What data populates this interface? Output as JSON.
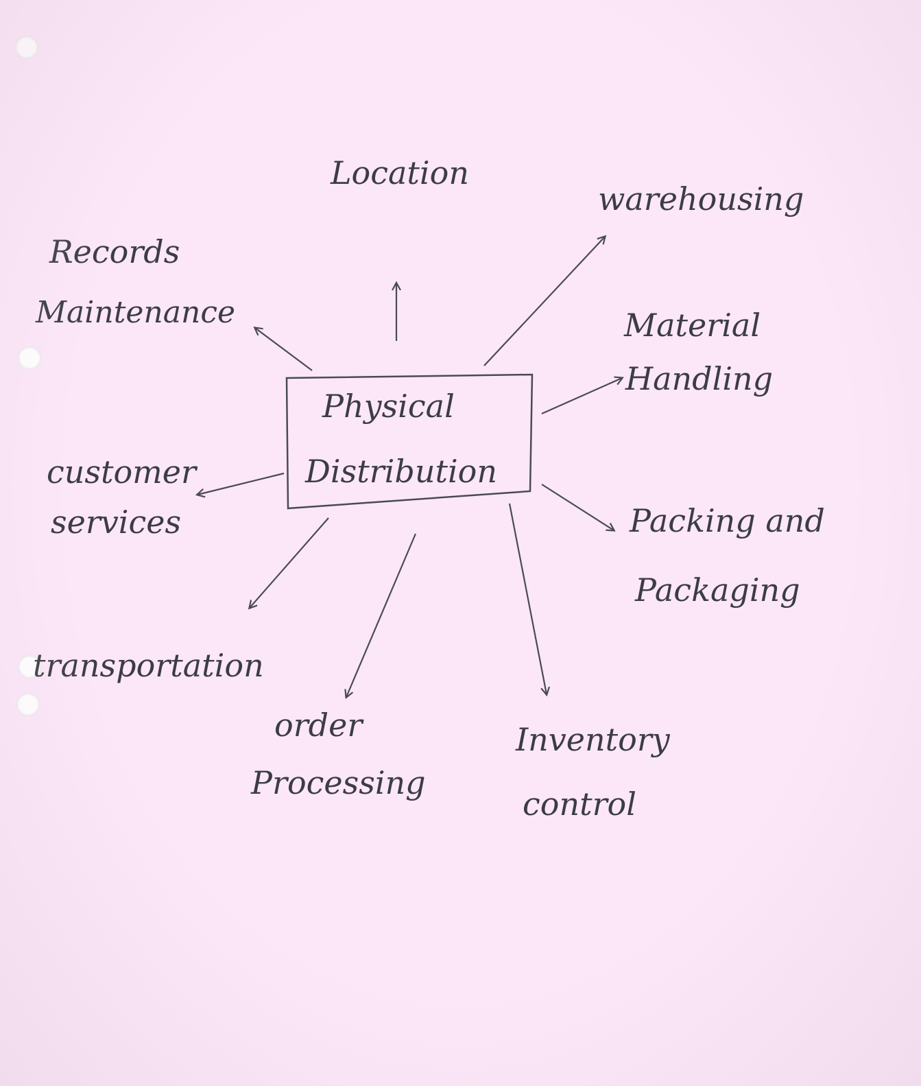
{
  "center": {
    "line1": "Physical",
    "line2": "Distribution"
  },
  "nodes": {
    "location": {
      "line1": "Location"
    },
    "warehousing": {
      "line1": "warehousing"
    },
    "records_maintenance": {
      "line1": "Records",
      "line2": "Maintenance"
    },
    "material_handling": {
      "line1": "Material",
      "line2": "Handling"
    },
    "customer_services": {
      "line1": "customer",
      "line2": "services"
    },
    "packing_packaging": {
      "line1": "Packing and",
      "line2": "Packaging"
    },
    "transportation": {
      "line1": "transportation"
    },
    "order_processing": {
      "line1": "order",
      "line2": "Processing"
    },
    "inventory_control": {
      "line1": "Inventory",
      "line2": "control"
    }
  },
  "colors": {
    "paper": "#fbe7f8",
    "ink": "#3c3c46"
  }
}
